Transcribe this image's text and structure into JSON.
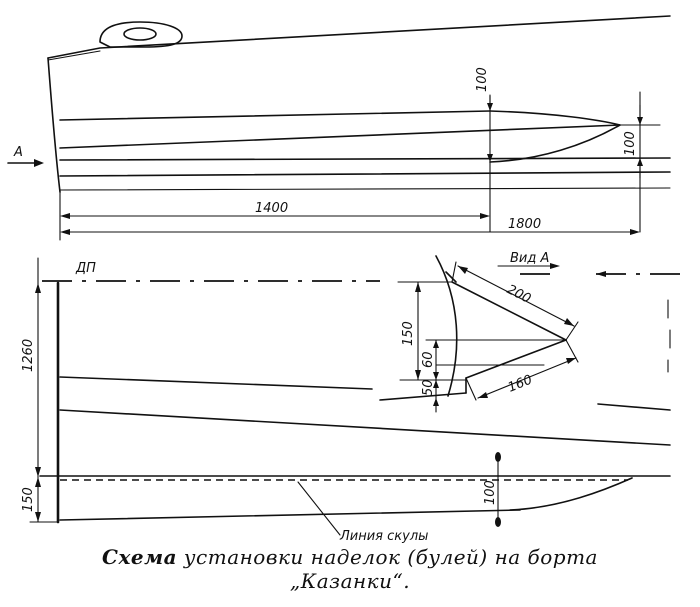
{
  "top_view": {
    "view_label": "А",
    "dim_100_top": "100",
    "dim_100_right": "100",
    "dim_1400": "1400",
    "dim_1800": "1800"
  },
  "bottom_view": {
    "dp_label": "ДП",
    "view_a_label": "Вид А",
    "dim_1260": "1260",
    "dim_150_left": "150",
    "dim_100_center": "100",
    "chine_label": "Линия скулы"
  },
  "detail": {
    "dim_200": "200",
    "dim_150": "150",
    "dim_60": "60",
    "dim_50": "50",
    "dim_160": "160"
  },
  "caption": {
    "lead": "Схема",
    "rest_line1": " установки наделок (булей) на борта",
    "line2": "„Казанки“."
  }
}
